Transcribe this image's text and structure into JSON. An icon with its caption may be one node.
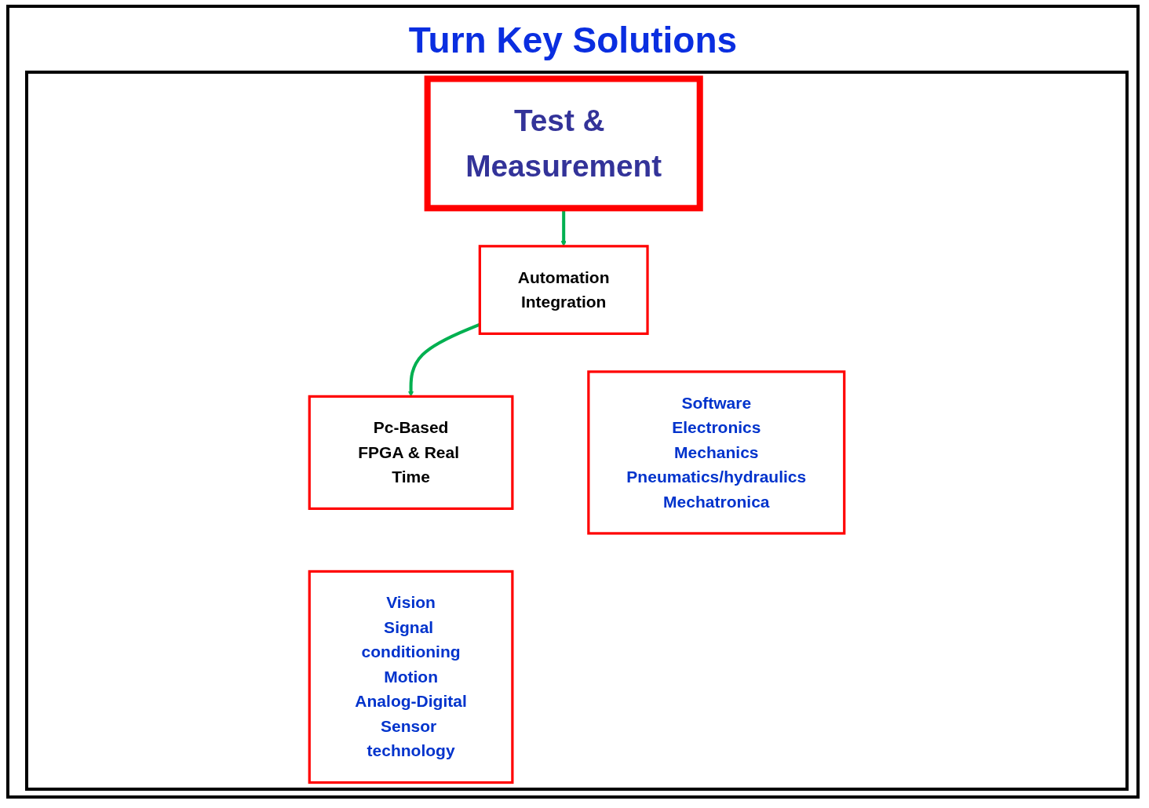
{
  "diagram": {
    "title": "Turn Key Solutions",
    "nodes": [
      {
        "text": [
          "Test & Measurement"
        ]
      },
      {
        "text": [
          "Automation",
          "Integration"
        ]
      },
      {
        "text": [
          "Pc-Based",
          "FPGA & Real Time"
        ]
      },
      {
        "text": [
          "Software",
          "Electronics",
          "Mechanics",
          "Pneumatics/hydraulics",
          "Mechatronica"
        ]
      },
      {
        "text": [
          "Vision",
          "Signal conditioning",
          "Motion",
          "Analog-Digital",
          "Sensor technology"
        ]
      }
    ],
    "edges": [
      {
        "from": 0,
        "to": 1,
        "arrow": "to"
      },
      {
        "from": 1,
        "to": 2,
        "arrow": "to"
      }
    ]
  }
}
